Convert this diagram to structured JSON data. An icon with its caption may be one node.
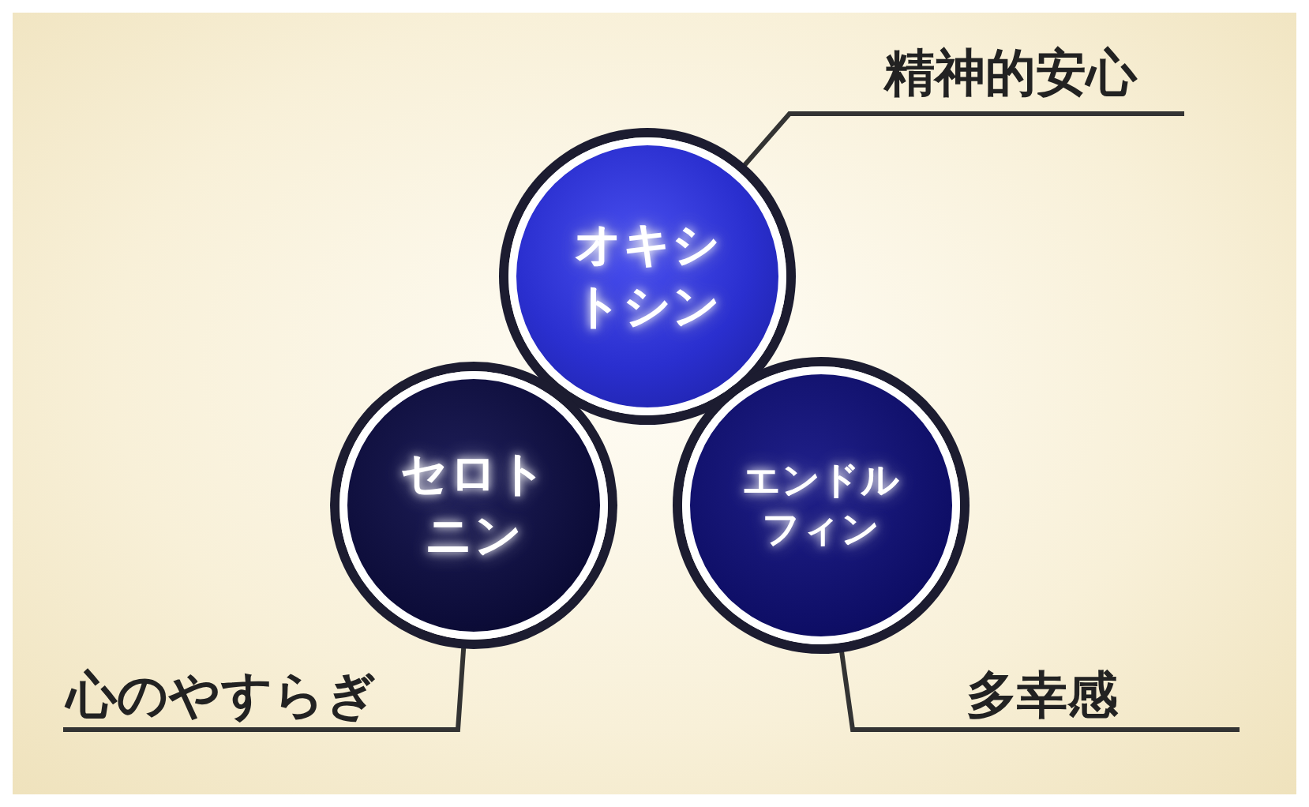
{
  "diagram": {
    "nodes": [
      {
        "text": [
          "オキシトシン"
        ]
      },
      {
        "text": [
          "セロトニン"
        ]
      },
      {
        "text": [
          "エンドルフィン"
        ]
      },
      {
        "text": [
          "精神的安心"
        ]
      },
      {
        "text": [
          "心のやすらぎ"
        ]
      },
      {
        "text": [
          "多幸感"
        ]
      }
    ],
    "edges": [
      {
        "from": 3,
        "to": 0,
        "arrow": "none"
      },
      {
        "from": 4,
        "to": 1,
        "arrow": "none"
      },
      {
        "from": 5,
        "to": 2,
        "arrow": "none"
      }
    ]
  }
}
